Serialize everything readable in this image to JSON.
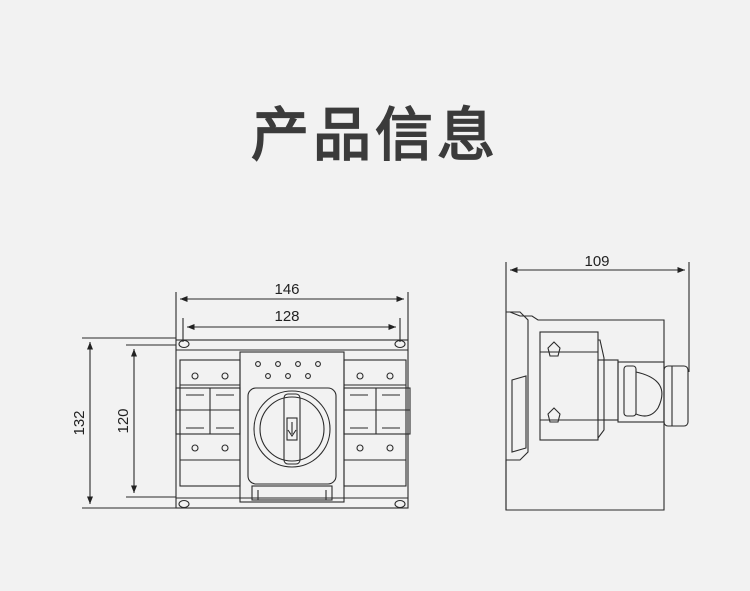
{
  "page": {
    "title": "产品信息",
    "background": "#f2f2f2",
    "line_color": "#2b2b2b"
  },
  "front_view": {
    "dim_overall_width": "146",
    "dim_mount_width": "128",
    "dim_overall_height": "132",
    "dim_mount_height": "120"
  },
  "side_view": {
    "dim_depth": "109"
  }
}
